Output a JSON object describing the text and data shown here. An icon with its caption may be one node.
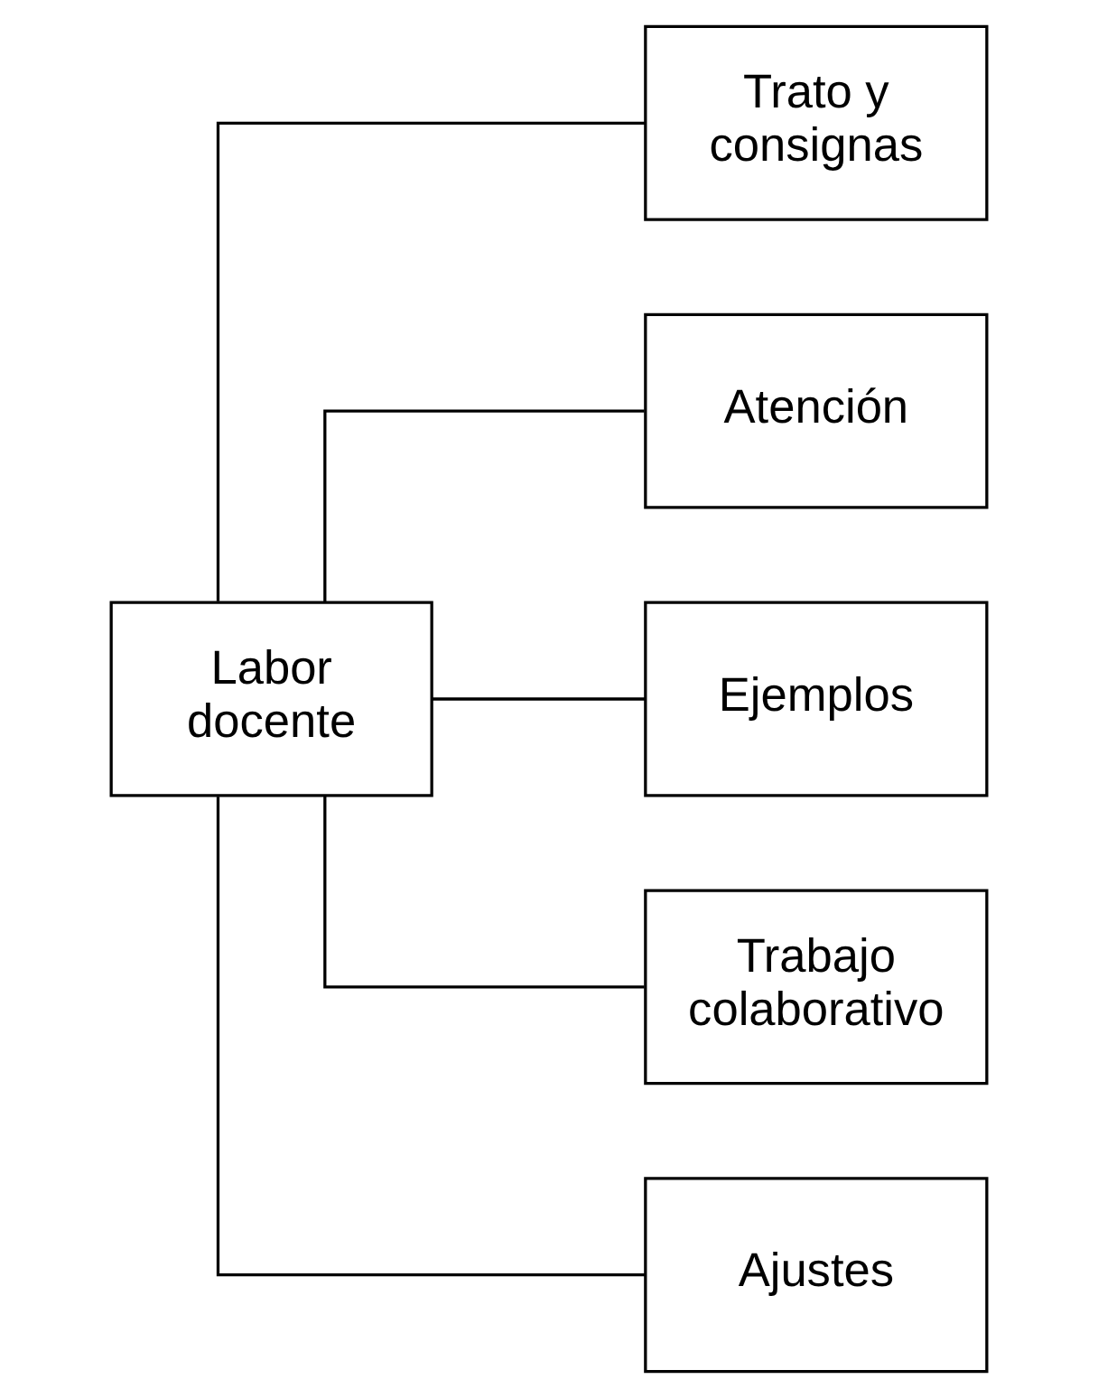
{
  "diagram": {
    "nodes": [
      {
        "text": [
          "Labor docente"
        ]
      },
      {
        "text": [
          "Trato y consignas"
        ]
      },
      {
        "text": [
          "Atención"
        ]
      },
      {
        "text": [
          "Ejemplos"
        ]
      },
      {
        "text": [
          "Trabajo colaborativo"
        ]
      },
      {
        "text": [
          "Ajustes"
        ]
      }
    ],
    "edges": [
      {
        "from": 0,
        "to": 1,
        "arrow": "none"
      },
      {
        "from": 0,
        "to": 2,
        "arrow": "none"
      },
      {
        "from": 0,
        "to": 3,
        "arrow": "none"
      },
      {
        "from": 0,
        "to": 4,
        "arrow": "none"
      },
      {
        "from": 0,
        "to": 5,
        "arrow": "none"
      }
    ]
  }
}
